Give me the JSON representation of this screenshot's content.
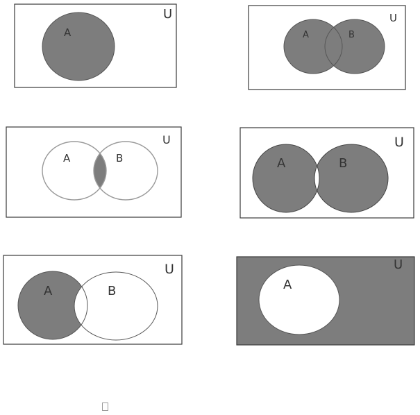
{
  "colors": {
    "shade": "#7d7d7d",
    "frame": "#3a3a3a",
    "circle_stroke": "#555555",
    "light_stroke": "#9a9a9a",
    "text": "#333333",
    "background": "#ffffff"
  },
  "diagrams": [
    {
      "id": "diagram-a",
      "shaded_region": "A",
      "labels": {
        "set_a": "A",
        "set_b": "",
        "universe": "U"
      }
    },
    {
      "id": "diagram-a-union-b",
      "shaded_region": "A ∪ B",
      "labels": {
        "set_a": "A",
        "set_b": "B",
        "universe": "U"
      }
    },
    {
      "id": "diagram-a-intersect-b",
      "shaded_region": "A ∩ B",
      "labels": {
        "set_a": "A",
        "set_b": "B",
        "universe": "U"
      }
    },
    {
      "id": "diagram-symmetric-difference",
      "shaded_region": "A △ B",
      "labels": {
        "set_a": "A",
        "set_b": "B",
        "universe": "U"
      }
    },
    {
      "id": "diagram-a-minus-b",
      "shaded_region": "A − B",
      "labels": {
        "set_a": "A",
        "set_b": "B",
        "universe": "U"
      }
    },
    {
      "id": "diagram-complement-a",
      "shaded_region": "Aᶜ",
      "labels": {
        "set_a": "A",
        "set_b": "",
        "universe": "U"
      }
    }
  ]
}
